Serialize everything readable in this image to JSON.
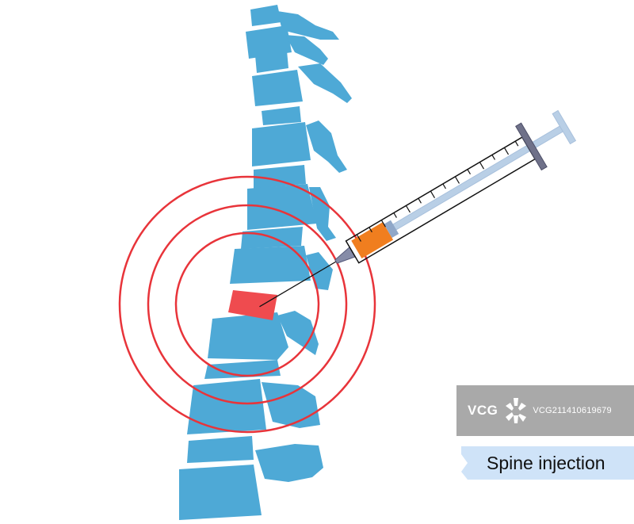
{
  "caption": {
    "text": "Spine injection"
  },
  "watermark": {
    "brand": "VCG",
    "id": "VCG211410619679"
  },
  "colors": {
    "vertebra": "#4ea9d6",
    "ring": "#e8343a",
    "affected_disc": "#ef4b4f",
    "medication": "#f07e1f",
    "plunger": "#b9cfe6",
    "plunger_flange": "#6f7189",
    "caption_bg": "#cfe3f8",
    "watermark_bg": "#a9a9a9"
  },
  "icons": [
    "syringe-icon",
    "pain-ring-icon",
    "vcg-logo-icon"
  ]
}
